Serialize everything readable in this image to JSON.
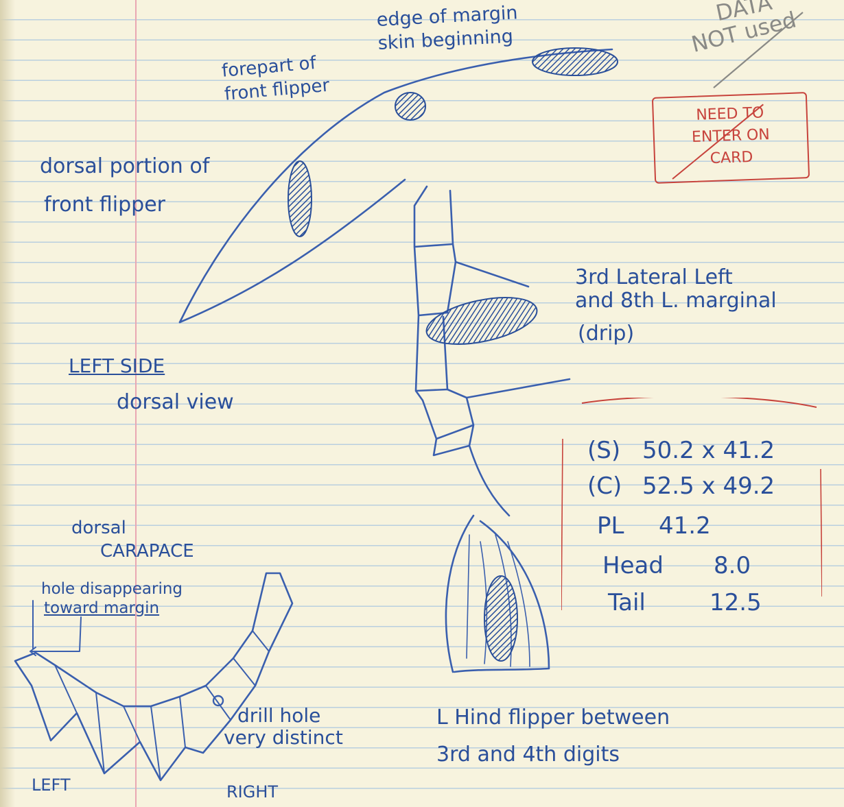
{
  "notes": {
    "top_right": {
      "data": "DATA",
      "not_used": "NOT used"
    },
    "stamp": {
      "line1": "NEED TO",
      "line2": "ENTER ON",
      "line3": "CARD"
    },
    "flipper_labels": {
      "edge_line1": "edge of margin",
      "edge_line2": "skin beginning",
      "forepart_line1": "forepart of",
      "forepart_line2": "front flipper",
      "dorsal_line1": "dorsal portion of",
      "dorsal_line2": "front flipper"
    },
    "lateral_label": {
      "line1": "3rd Lateral Left",
      "line2": "and 8th L. marginal",
      "line3": "(drip)"
    },
    "left_side": {
      "title": "LEFT SIDE",
      "subtitle": "dorsal view"
    },
    "measurements": [
      {
        "label": "(S)",
        "value": "50.2 x 41.2"
      },
      {
        "label": "(C)",
        "value": "52.5 x 49.2"
      },
      {
        "label": "PL",
        "value": "41.2"
      },
      {
        "label": "Head",
        "value": "8.0"
      },
      {
        "label": "Tail",
        "value": "12.5"
      }
    ],
    "carapace": {
      "line1": "dorsal",
      "line2": "CARAPACE",
      "hole_line1": "hole disappearing",
      "hole_line2": "toward margin",
      "drill_line1": "drill hole",
      "drill_line2": "very distinct",
      "left": "LEFT",
      "right": "RIGHT"
    },
    "hind_flipper": {
      "line1": "L Hind flipper between",
      "line2": "3rd and 4th digits"
    }
  },
  "colors": {
    "ink": "#2a4f9a",
    "red_ink": "#c7433c",
    "paper": "#f7f3de",
    "rule": "#b9cfdf",
    "margin": "#e9a7b2"
  }
}
